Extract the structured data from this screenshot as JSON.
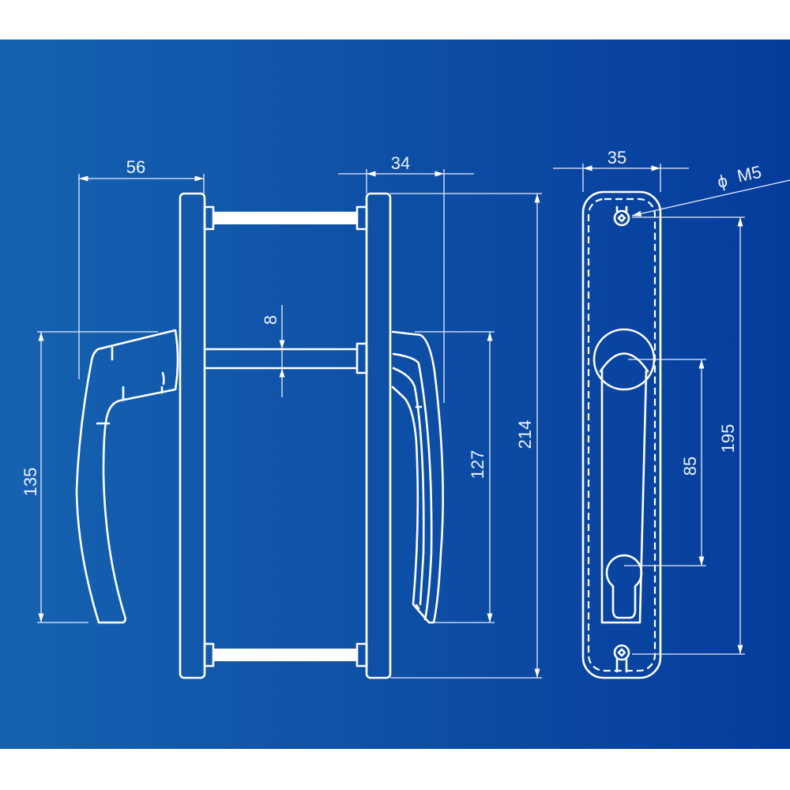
{
  "drawing": {
    "background_colors": {
      "left": "#1662b0",
      "right": "#053c9c"
    },
    "line_color": "#ffffff",
    "dimensions": {
      "handle_projection": "56",
      "handle_height": "135",
      "rose_thickness": "34",
      "spindle": "8",
      "inner_handle_height": "127",
      "plate_height_side": "214",
      "plate_width": "35",
      "screw": "M5",
      "screw_symbol": "ϕ",
      "screw_spacing": "195",
      "center_distance": "85"
    }
  }
}
